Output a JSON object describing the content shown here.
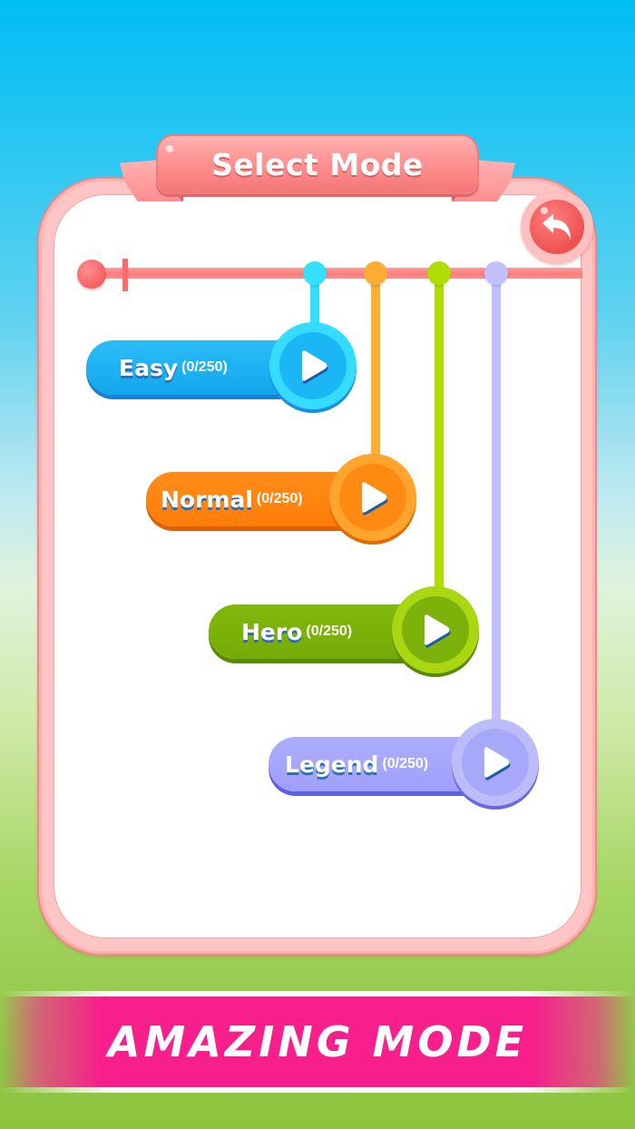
{
  "header": {
    "title": "Select Mode",
    "back_icon": "back-arrow-icon"
  },
  "colors": {
    "ribbon": "#ff8a8a",
    "card_border": "#ffc4c4",
    "track": "#ff7c7c",
    "banner": "#f61f8b"
  },
  "modes": [
    {
      "name": "Easy",
      "progress": "(0/250)",
      "completed": 0,
      "total": 250,
      "color": "#1ab0f0",
      "ring": "#35dcff",
      "dot": "#33e0ff",
      "icon": "play-icon"
    },
    {
      "name": "Normal",
      "progress": "(0/250)",
      "completed": 0,
      "total": 250,
      "color": "#ff8410",
      "ring": "#ffa52e",
      "dot": "#ffad33",
      "icon": "play-icon"
    },
    {
      "name": "Hero",
      "progress": "(0/250)",
      "completed": 0,
      "total": 250,
      "color": "#7cb20a",
      "ring": "#a9d812",
      "dot": "#b0dc00",
      "icon": "play-icon"
    },
    {
      "name": "Legend",
      "progress": "(0/250)",
      "completed": 0,
      "total": 250,
      "color": "#a3a3ff",
      "ring": "#bcbcfa",
      "dot": "#c2c0fb",
      "icon": "play-icon"
    }
  ],
  "banner": {
    "text": "AMAZING MODE"
  }
}
